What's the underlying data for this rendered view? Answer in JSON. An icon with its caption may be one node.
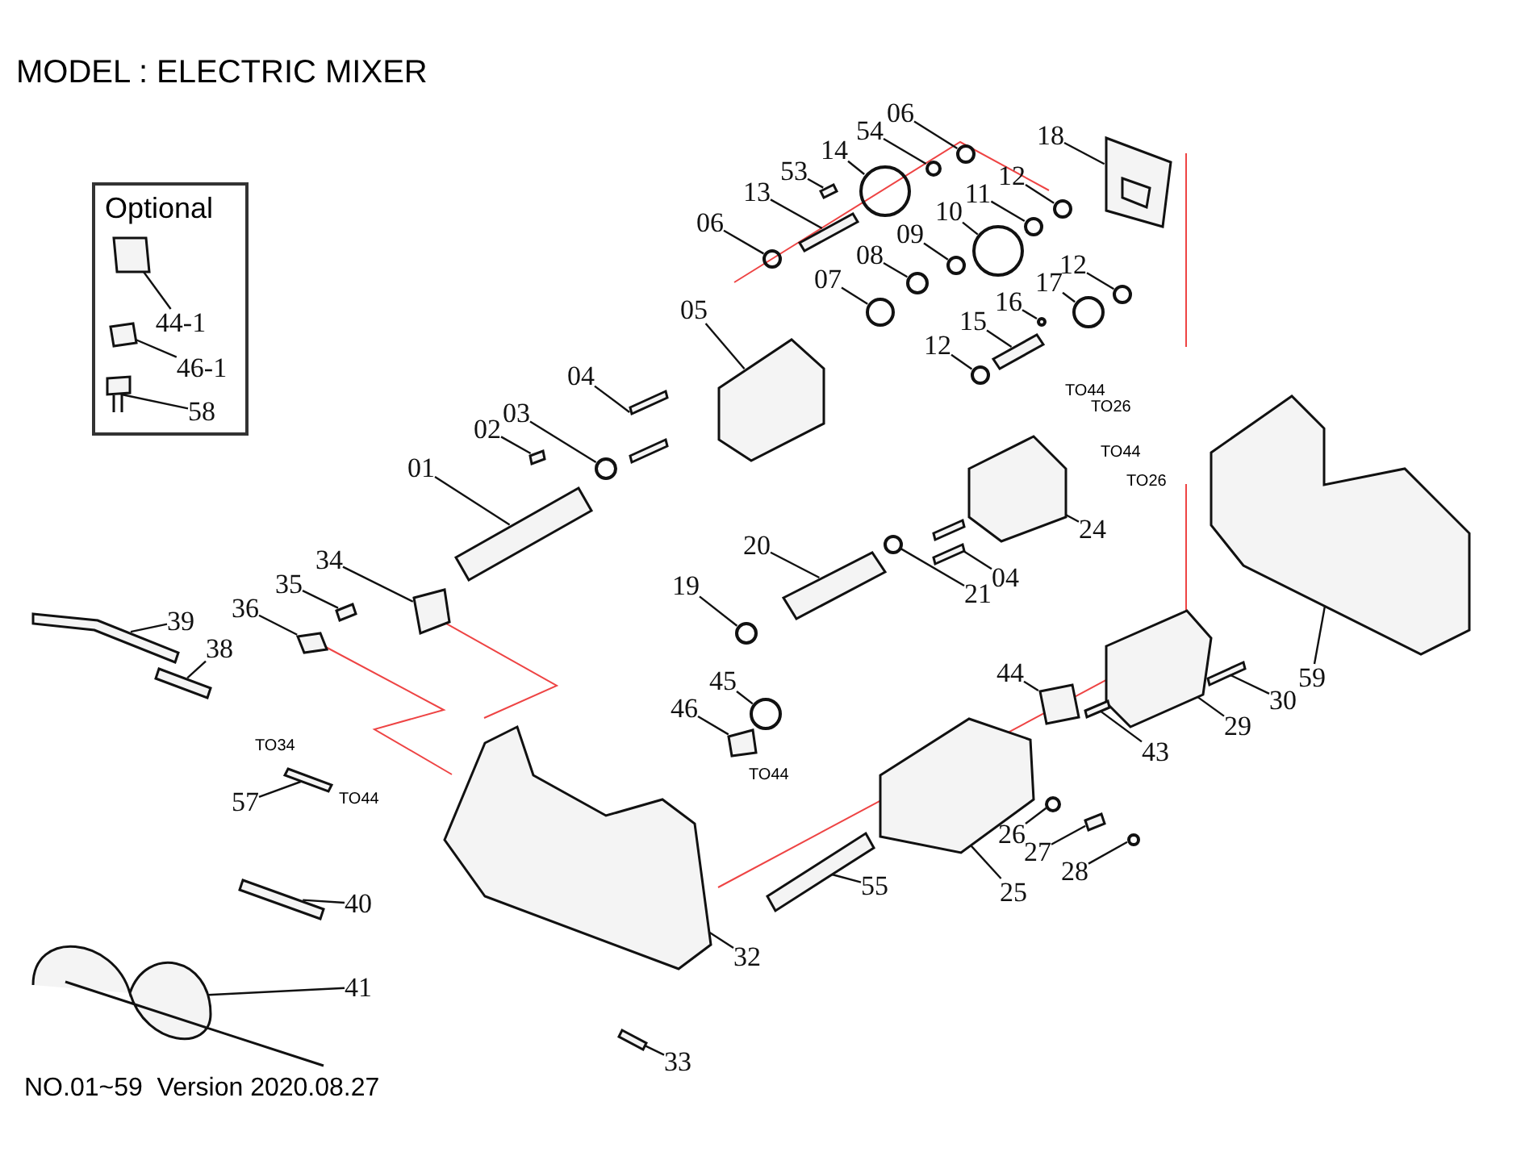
{
  "diagram": {
    "title": "MODEL : ELECTRIC MIXER",
    "caption": "NO.01~59  Version 2020.08.27",
    "nodes": [
      {
        "text": [
          "Optional"
        ]
      },
      {
        "text": [
          "44-1"
        ],
        "in": 0
      },
      {
        "text": [
          "46-1"
        ],
        "in": 0
      },
      {
        "text": [
          "58"
        ],
        "in": 0
      },
      {
        "text": [
          "06"
        ]
      },
      {
        "text": [
          "54"
        ]
      },
      {
        "text": [
          "18"
        ]
      },
      {
        "text": [
          "14"
        ]
      },
      {
        "text": [
          "53"
        ]
      },
      {
        "text": [
          "12"
        ]
      },
      {
        "text": [
          "13"
        ]
      },
      {
        "text": [
          "11"
        ]
      },
      {
        "text": [
          "10"
        ]
      },
      {
        "text": [
          "06"
        ]
      },
      {
        "text": [
          "09"
        ]
      },
      {
        "text": [
          "08"
        ]
      },
      {
        "text": [
          "12"
        ]
      },
      {
        "text": [
          "07"
        ]
      },
      {
        "text": [
          "17"
        ]
      },
      {
        "text": [
          "16"
        ]
      },
      {
        "text": [
          "05"
        ]
      },
      {
        "text": [
          "15"
        ]
      },
      {
        "text": [
          "12"
        ]
      },
      {
        "text": [
          "04"
        ]
      },
      {
        "text": [
          "03"
        ]
      },
      {
        "text": [
          "02"
        ]
      },
      {
        "text": [
          "01"
        ]
      },
      {
        "text": [
          "24"
        ]
      },
      {
        "text": [
          "20"
        ]
      },
      {
        "text": [
          "04"
        ]
      },
      {
        "text": [
          "34"
        ]
      },
      {
        "text": [
          "35"
        ]
      },
      {
        "text": [
          "19"
        ]
      },
      {
        "text": [
          "21"
        ]
      },
      {
        "text": [
          "36"
        ]
      },
      {
        "text": [
          "39"
        ]
      },
      {
        "text": [
          "38"
        ]
      },
      {
        "text": [
          "44"
        ]
      },
      {
        "text": [
          "59"
        ]
      },
      {
        "text": [
          "45"
        ]
      },
      {
        "text": [
          "30"
        ]
      },
      {
        "text": [
          "46"
        ]
      },
      {
        "text": [
          "29"
        ]
      },
      {
        "text": [
          "43"
        ]
      },
      {
        "text": [
          "57"
        ]
      },
      {
        "text": [
          "26"
        ]
      },
      {
        "text": [
          "27"
        ]
      },
      {
        "text": [
          "28"
        ]
      },
      {
        "text": [
          "55"
        ]
      },
      {
        "text": [
          "25"
        ]
      },
      {
        "text": [
          "40"
        ]
      },
      {
        "text": [
          "32"
        ]
      },
      {
        "text": [
          "41"
        ]
      },
      {
        "text": [
          "33"
        ]
      },
      {
        "text": [],
        "shape": "box",
        "in": 0
      },
      {
        "text": [],
        "shape": "box",
        "in": 0
      },
      {
        "text": [],
        "shape": "picture",
        "in": 0
      },
      {
        "text": [],
        "shape": "circle"
      },
      {
        "text": [],
        "shape": "circle"
      },
      {
        "text": [],
        "shape": "box"
      },
      {
        "text": [],
        "shape": "circle"
      },
      {
        "text": [],
        "shape": "box"
      },
      {
        "text": [],
        "shape": "circle"
      },
      {
        "text": [],
        "shape": "box"
      },
      {
        "text": [],
        "shape": "circle"
      },
      {
        "text": [],
        "shape": "circle"
      },
      {
        "text": [],
        "shape": "circle"
      },
      {
        "text": [],
        "shape": "circle"
      },
      {
        "text": [],
        "shape": "circle"
      },
      {
        "text": [],
        "shape": "circle"
      },
      {
        "text": [],
        "shape": "circle"
      },
      {
        "text": [],
        "shape": "circle"
      },
      {
        "text": [],
        "shape": "circle"
      },
      {
        "text": [],
        "shape": "picture"
      },
      {
        "text": [],
        "shape": "box"
      },
      {
        "text": [],
        "shape": "circle"
      },
      {
        "text": [],
        "shape": "box"
      },
      {
        "text": [],
        "shape": "circle"
      },
      {
        "text": [],
        "shape": "box"
      },
      {
        "text": [],
        "shape": "box"
      },
      {
        "text": [],
        "shape": "picture"
      },
      {
        "text": [],
        "shape": "box"
      },
      {
        "text": [],
        "shape": "box"
      },
      {
        "text": [],
        "shape": "box"
      },
      {
        "text": [],
        "shape": "box"
      },
      {
        "text": [],
        "shape": "circle"
      },
      {
        "text": [],
        "shape": "circle"
      },
      {
        "text": [],
        "shape": "box"
      },
      {
        "text": [],
        "shape": "picture"
      },
      {
        "text": [],
        "shape": "box"
      },
      {
        "text": [],
        "shape": "box"
      },
      {
        "text": [],
        "shape": "picture"
      },
      {
        "text": [],
        "shape": "circle"
      },
      {
        "text": [],
        "shape": "box"
      },
      {
        "text": [],
        "shape": "box"
      },
      {
        "text": [],
        "shape": "picture"
      },
      {
        "text": [],
        "shape": "box"
      },
      {
        "text": [],
        "shape": "box"
      },
      {
        "text": [],
        "shape": "circle"
      },
      {
        "text": [],
        "shape": "box"
      },
      {
        "text": [],
        "shape": "circle"
      },
      {
        "text": [],
        "shape": "box"
      },
      {
        "text": [],
        "shape": "picture"
      },
      {
        "text": [],
        "shape": "box"
      },
      {
        "text": [],
        "shape": "picture"
      },
      {
        "text": [],
        "shape": "picture"
      },
      {
        "text": [],
        "shape": "box"
      }
    ],
    "edges": [
      {
        "from": 1,
        "to": 54,
        "arrow": "none"
      },
      {
        "from": 2,
        "to": 55,
        "arrow": "none"
      },
      {
        "from": 3,
        "to": 56,
        "arrow": "none"
      },
      {
        "from": 4,
        "to": 57,
        "arrow": "none"
      },
      {
        "from": 5,
        "to": 58,
        "arrow": "none"
      },
      {
        "from": 6,
        "to": 59,
        "arrow": "none"
      },
      {
        "from": 7,
        "to": 60,
        "arrow": "none"
      },
      {
        "from": 8,
        "to": 61,
        "arrow": "none"
      },
      {
        "from": 9,
        "to": 62,
        "arrow": "none"
      },
      {
        "from": 10,
        "to": 63,
        "arrow": "none"
      },
      {
        "from": 11,
        "to": 64,
        "arrow": "none"
      },
      {
        "from": 12,
        "to": 65,
        "arrow": "none"
      },
      {
        "from": 13,
        "to": 66,
        "arrow": "none"
      },
      {
        "from": 14,
        "to": 67,
        "arrow": "none"
      },
      {
        "from": 15,
        "to": 68,
        "arrow": "none"
      },
      {
        "from": 16,
        "to": 69,
        "arrow": "none"
      },
      {
        "from": 17,
        "to": 70,
        "arrow": "none"
      },
      {
        "from": 18,
        "to": 71,
        "arrow": "none"
      },
      {
        "from": 19,
        "to": 72,
        "arrow": "none"
      },
      {
        "from": 20,
        "to": 73,
        "arrow": "none"
      },
      {
        "from": 21,
        "to": 74,
        "arrow": "none"
      },
      {
        "from": 22,
        "to": 75,
        "arrow": "none"
      },
      {
        "from": 23,
        "to": 76,
        "arrow": "none"
      },
      {
        "from": 24,
        "to": 77,
        "arrow": "none"
      },
      {
        "from": 25,
        "to": 78,
        "arrow": "none"
      },
      {
        "from": 26,
        "to": 79,
        "arrow": "none"
      },
      {
        "from": 27,
        "to": 80,
        "arrow": "none"
      },
      {
        "from": 28,
        "to": 81,
        "arrow": "none"
      },
      {
        "from": 29,
        "to": 82,
        "arrow": "none"
      },
      {
        "from": 30,
        "to": 83,
        "arrow": "none"
      },
      {
        "from": 31,
        "to": 84,
        "arrow": "none"
      },
      {
        "from": 32,
        "to": 85,
        "arrow": "none"
      },
      {
        "from": 33,
        "to": 86,
        "arrow": "none"
      },
      {
        "from": 34,
        "to": 87,
        "arrow": "none"
      },
      {
        "from": 35,
        "to": 88,
        "arrow": "none"
      },
      {
        "from": 36,
        "to": 89,
        "arrow": "none"
      },
      {
        "from": 37,
        "to": 90,
        "arrow": "none"
      },
      {
        "from": 38,
        "to": 91,
        "arrow": "none"
      },
      {
        "from": 39,
        "to": 92,
        "arrow": "none"
      },
      {
        "from": 40,
        "to": 93,
        "arrow": "none"
      },
      {
        "from": 41,
        "to": 94,
        "arrow": "none"
      },
      {
        "from": 42,
        "to": 95,
        "arrow": "none"
      },
      {
        "from": 43,
        "to": 96,
        "arrow": "none"
      },
      {
        "from": 44,
        "to": 97,
        "arrow": "none"
      },
      {
        "from": 45,
        "to": 98,
        "arrow": "none"
      },
      {
        "from": 46,
        "to": 99,
        "arrow": "none"
      },
      {
        "from": 47,
        "to": 100,
        "arrow": "none"
      },
      {
        "from": 48,
        "to": 101,
        "arrow": "none"
      },
      {
        "from": 49,
        "to": 102,
        "arrow": "none"
      },
      {
        "from": 50,
        "to": 103,
        "arrow": "none"
      },
      {
        "from": 51,
        "to": 104,
        "arrow": "none"
      },
      {
        "from": 52,
        "to": 105,
        "arrow": "none"
      },
      {
        "from": 53,
        "to": 106,
        "arrow": "none"
      }
    ],
    "labels": [
      "TO44",
      "TO26",
      "TO44",
      "TO26",
      "TO34",
      "TO44",
      "TO44"
    ]
  }
}
